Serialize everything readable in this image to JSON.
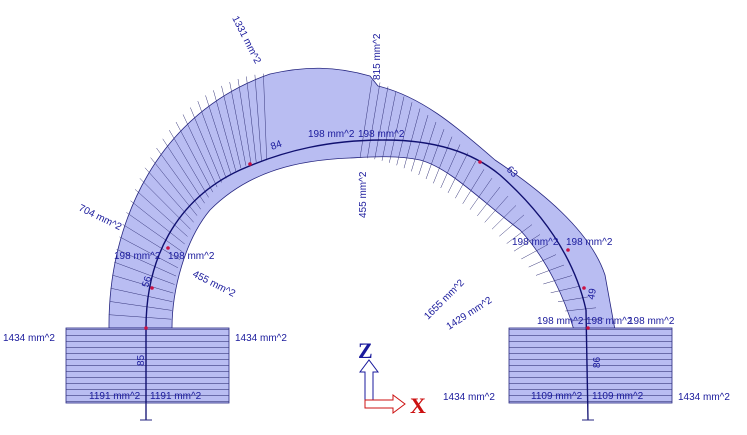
{
  "diagram": {
    "colors": {
      "fill": "#b9bdf2",
      "stroke": "#262680",
      "hatch": "#35357a",
      "centerline": "#101070",
      "text": "#1a1a9c",
      "node": "#cc1144",
      "axis_z": "#1a1a9c",
      "axis_x": "#cc1111"
    },
    "axes": {
      "z_label": "Z",
      "x_label": "X"
    },
    "area_labels": [
      {
        "id": "outer-top-left",
        "text": "1331 mm^2"
      },
      {
        "id": "outer-top-right",
        "text": "815 mm^2"
      },
      {
        "id": "outer-left",
        "text": "704 mm^2"
      },
      {
        "id": "inner-top-center",
        "text": "455 mm^2"
      },
      {
        "id": "inner-left",
        "text": "455 mm^2"
      },
      {
        "id": "inner-right-a",
        "text": "1655 mm^2"
      },
      {
        "id": "inner-right-b",
        "text": "1429 mm^2"
      },
      {
        "id": "foot-left-outer",
        "text": "1434 mm^2"
      },
      {
        "id": "foot-left-inner",
        "text": "1434 mm^2"
      },
      {
        "id": "foot-right-inner",
        "text": "1434 mm^2"
      },
      {
        "id": "foot-right-outer",
        "text": "1434 mm^2"
      },
      {
        "id": "rebar-top-a",
        "text": "198 mm^2"
      },
      {
        "id": "rebar-top-b",
        "text": "198 mm^2"
      },
      {
        "id": "rebar-left-a",
        "text": "198 mm^2"
      },
      {
        "id": "rebar-left-b",
        "text": "198 mm^2"
      },
      {
        "id": "rebar-right-a",
        "text": "198 mm^2"
      },
      {
        "id": "rebar-right-b",
        "text": "198 mm^2"
      },
      {
        "id": "rebar-right-low-a",
        "text": "198 mm^2"
      },
      {
        "id": "rebar-right-low-b",
        "text": "198 mm^2"
      },
      {
        "id": "rebar-right-low-c",
        "text": "198 mm^2"
      },
      {
        "id": "foot-left-bottom-a",
        "text": "1191 mm^2"
      },
      {
        "id": "foot-left-bottom-b",
        "text": "1191 mm^2"
      },
      {
        "id": "foot-right-bottom-a",
        "text": "1109 mm^2"
      },
      {
        "id": "foot-right-bottom-b",
        "text": "1109 mm^2"
      }
    ],
    "member_labels": [
      {
        "id": "m-top",
        "text": "84"
      },
      {
        "id": "m-right-arc",
        "text": "63"
      },
      {
        "id": "m-left-arc",
        "text": "56"
      },
      {
        "id": "m-right-low",
        "text": "49"
      },
      {
        "id": "m-left-col",
        "text": "85"
      },
      {
        "id": "m-right-col",
        "text": "86"
      }
    ]
  }
}
